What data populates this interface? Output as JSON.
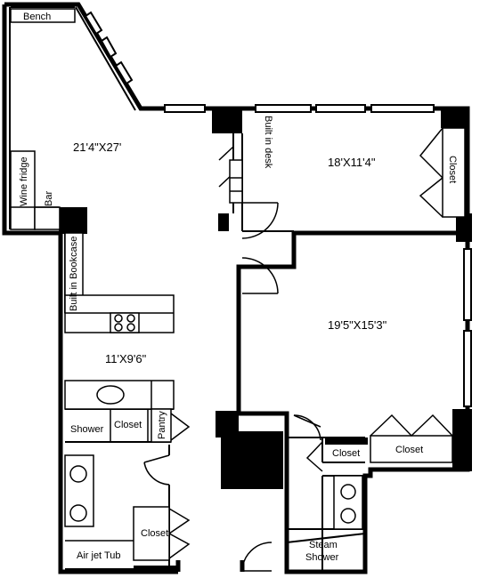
{
  "rooms": {
    "living": {
      "dimension": "21'4\"X27'"
    },
    "bedroom_north": {
      "dimension": "18'X11'4\""
    },
    "kitchen": {
      "dimension": "11'X9'6\""
    },
    "bedroom_main": {
      "dimension": "19'5\"X15'3\""
    }
  },
  "labels": {
    "bench": "Bench",
    "wine_fridge": "Wine fridge",
    "bar": "Bar",
    "built_in_desk": "Built in desk",
    "closet_north": "Closet",
    "built_in_bookcase": "Built in Bookcase",
    "shower": "Shower",
    "closet_hall": "Closet",
    "pantry": "Pantry",
    "closet_bath": "Closet",
    "air_jet_tub": "Air jet Tub",
    "closet_main_bedroom": "Closet",
    "closet_ensuite": "Closet",
    "steam_shower_line1": "Steam",
    "steam_shower_line2": "Shower"
  }
}
